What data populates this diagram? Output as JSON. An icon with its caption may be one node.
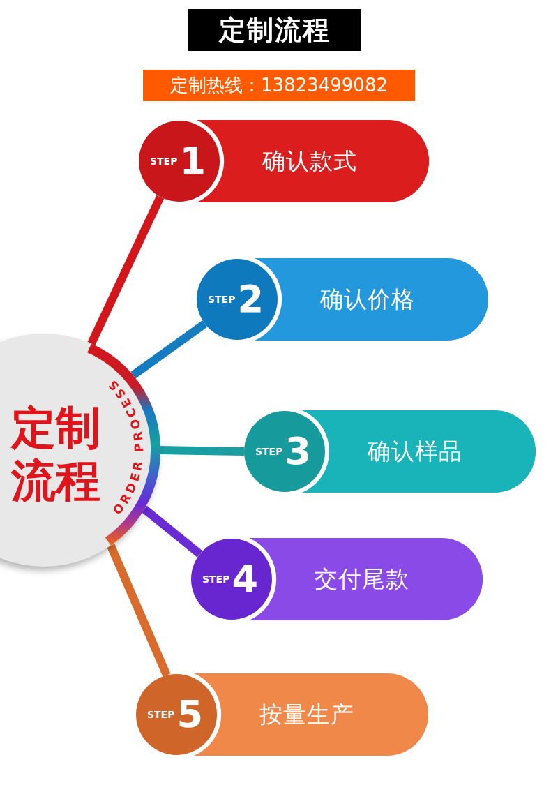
{
  "diagram": {
    "title": "定制流程",
    "nodes": [
      {
        "text": [
          "定制流程",
          "ORDER PROCESS"
        ]
      },
      {
        "text": [
          "STEP",
          "1"
        ]
      },
      {
        "text": [
          "确认款式"
        ]
      },
      {
        "text": [
          "STEP",
          "2"
        ]
      },
      {
        "text": [
          "确认价格"
        ]
      },
      {
        "text": [
          "STEP",
          "3"
        ]
      },
      {
        "text": [
          "确认样品"
        ]
      },
      {
        "text": [
          "STEP",
          "4"
        ]
      },
      {
        "text": [
          "交付尾款"
        ]
      },
      {
        "text": [
          "STEP",
          "5"
        ]
      },
      {
        "text": [
          "按量生产"
        ]
      }
    ],
    "edges": [
      {
        "from": 0,
        "to": 1,
        "arrow": "none",
        "color": "#d2161b"
      },
      {
        "from": 0,
        "to": 3,
        "arrow": "none",
        "color": "#157cc0"
      },
      {
        "from": 0,
        "to": 5,
        "arrow": "none",
        "color": "#1a9ea2"
      },
      {
        "from": 0,
        "to": 7,
        "arrow": "none",
        "color": "#6a2ad4"
      },
      {
        "from": 0,
        "to": 9,
        "arrow": "none",
        "color": "#d96b2c"
      }
    ],
    "labels": [
      "定制热线：13823499082"
    ]
  }
}
